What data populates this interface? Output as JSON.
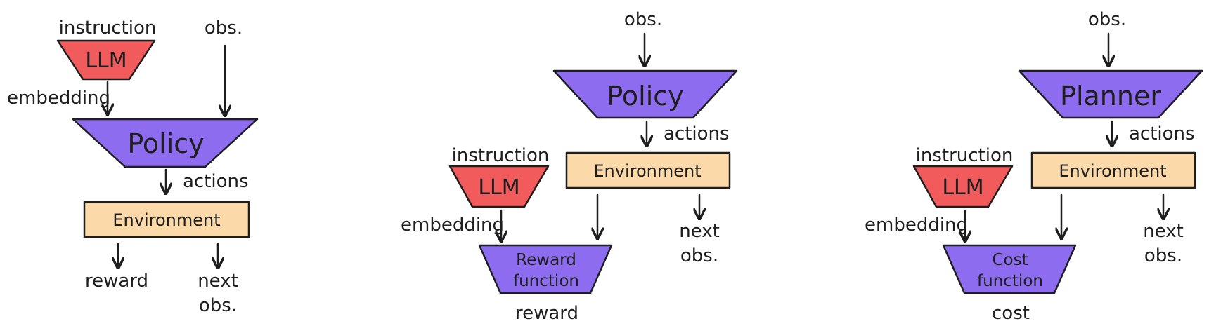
{
  "colors": {
    "llm": "#f15b5b",
    "policy": "#8d6cf0",
    "environment": "#fcd9a8",
    "stroke": "#1e1e1e"
  },
  "panel1": {
    "instruction": "instruction",
    "llm": "LLM",
    "obs": "obs.",
    "embedding": "embedding",
    "policy": "Policy",
    "actions": "actions",
    "environment": "Environment",
    "reward": "reward",
    "next_obs_1": "next",
    "next_obs_2": "obs."
  },
  "panel2": {
    "obs": "obs.",
    "policy": "Policy",
    "actions": "actions",
    "environment": "Environment",
    "instruction": "instruction",
    "llm": "LLM",
    "embedding": "embedding",
    "reward_fn_1": "Reward",
    "reward_fn_2": "function",
    "reward": "reward",
    "next_obs_1": "next",
    "next_obs_2": "obs."
  },
  "panel3": {
    "obs": "obs.",
    "planner": "Planner",
    "actions": "actions",
    "environment": "Environment",
    "instruction": "instruction",
    "llm": "LLM",
    "embedding": "embedding",
    "cost_fn_1": "Cost",
    "cost_fn_2": "function",
    "cost": "cost",
    "next_obs_1": "next",
    "next_obs_2": "obs."
  }
}
